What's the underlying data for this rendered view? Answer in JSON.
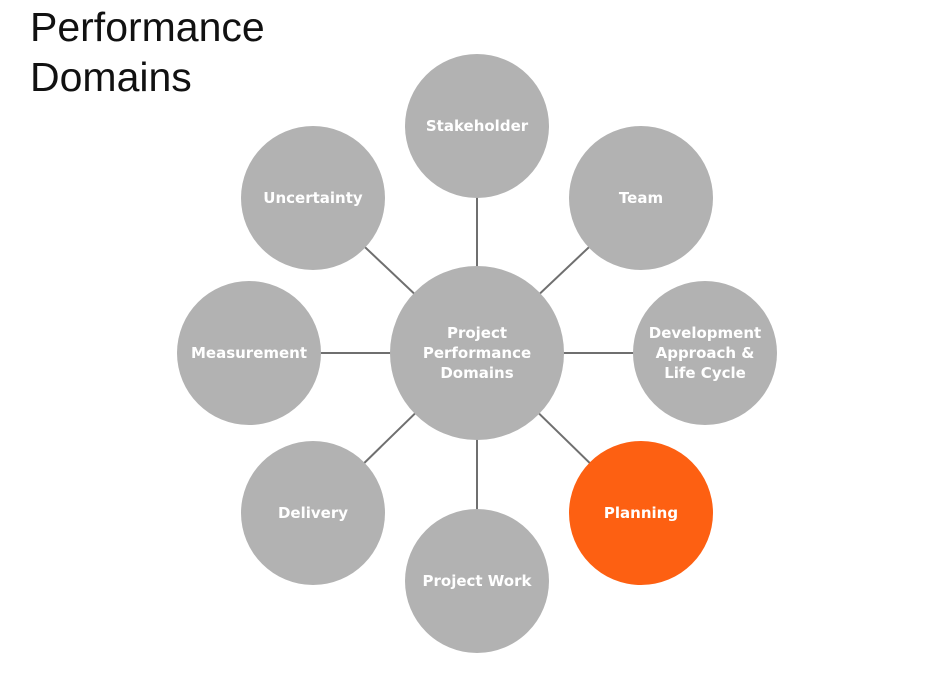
{
  "title": {
    "line1": "Performance",
    "line2": "Domains"
  },
  "colors": {
    "node": "#b2b2b2",
    "highlight": "#fd6012",
    "connector": "#6f6f6f",
    "label": "#ffffff"
  },
  "center": {
    "lines": [
      "Project",
      "Performance",
      "Domains"
    ]
  },
  "domains": [
    {
      "id": "stakeholder",
      "lines": [
        "Stakeholder"
      ],
      "highlighted": false
    },
    {
      "id": "team",
      "lines": [
        "Team"
      ],
      "highlighted": false
    },
    {
      "id": "development-approach",
      "lines": [
        "Development",
        "Approach &",
        "Life Cycle"
      ],
      "highlighted": false
    },
    {
      "id": "planning",
      "lines": [
        "Planning"
      ],
      "highlighted": true
    },
    {
      "id": "project-work",
      "lines": [
        "Project Work"
      ],
      "highlighted": false
    },
    {
      "id": "delivery",
      "lines": [
        "Delivery"
      ],
      "highlighted": false
    },
    {
      "id": "measurement",
      "lines": [
        "Measurement"
      ],
      "highlighted": false
    },
    {
      "id": "uncertainty",
      "lines": [
        "Uncertainty"
      ],
      "highlighted": false
    }
  ]
}
